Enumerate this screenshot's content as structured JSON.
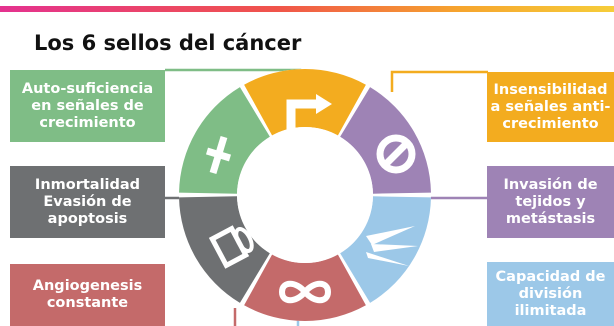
{
  "title": "Los 6 sellos del cáncer",
  "colors": {
    "green": "#7fbd86",
    "orange": "#f3ac1f",
    "purple": "#9e83b5",
    "blue": "#9cc8e8",
    "red": "#c46a6a",
    "gray": "#6e7072"
  },
  "hallmarks": [
    {
      "lines": [
        "Auto-suficiencia",
        "en señales de",
        "crecimiento"
      ],
      "color": "green",
      "symbol": "arrow-icon"
    },
    {
      "lines": [
        "Insensibilidad",
        "a señales anti-",
        "crecimiento"
      ],
      "color": "orange",
      "symbol": "prohibited-icon"
    },
    {
      "lines": [
        "Invasión de",
        "tejidos y",
        "metástasis"
      ],
      "color": "purple",
      "symbol": "spikes-icon"
    },
    {
      "lines": [
        "Capacidad de",
        "división",
        "ilimitada"
      ],
      "color": "blue",
      "symbol": "infinity-icon"
    },
    {
      "lines": [
        "Angiogenesis",
        "constante"
      ],
      "color": "red",
      "symbol": "vessel-icon"
    },
    {
      "lines": [
        "Inmortalidad",
        "Evasión de",
        "apoptosis"
      ],
      "color": "gray",
      "symbol": "cross-icon"
    }
  ]
}
